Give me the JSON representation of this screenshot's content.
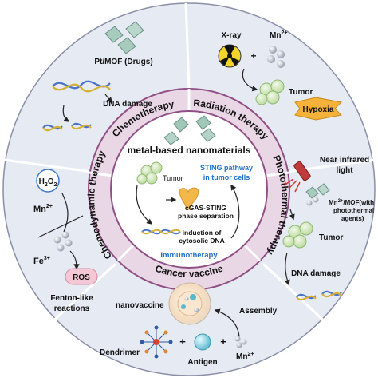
{
  "center": {
    "title": "metal-based nanomaterials",
    "tumor": "Tumor",
    "sting_line1": "STING pathway",
    "sting_line2": "in tumor cells",
    "cgas_line1": "cGAS-STING",
    "cgas_line2": "phase separation",
    "induction_line1": "induction of",
    "induction_line2": "cytosolic DNA",
    "immunotherapy": "Immunotherapy"
  },
  "ring": {
    "chemotherapy": "Chemotherapy",
    "radiation": "Radiation therapy",
    "photothermal": "Photothermal therapy",
    "cancer_vaccine": "Cancer vaccine",
    "chemodynamic": "Chemodynamic therapy"
  },
  "chemo": {
    "drug": "Pt/MOF (Drugs)",
    "dna_damage": "DNA damage"
  },
  "radiation": {
    "xray": "X-ray",
    "plus": "+",
    "mn_base": "Mn",
    "mn_sup": "2+",
    "tumor": "Tumor",
    "hypoxia": "Hypoxia"
  },
  "photothermal": {
    "nir_line1": "Near infrared",
    "nir_line2": "light",
    "mof_line1_base": "Mn",
    "mof_line1_sup": "2+",
    "mof_line1_rest": "/MOF(with",
    "mof_line2": "photothermal",
    "mof_line3": "agents)",
    "tumor": "Tumor",
    "dna_damage": "DNA damage"
  },
  "vaccine": {
    "nanovaccine": "nanovaccine",
    "assembly": "Assembly",
    "dendrimer": "Dendrimer",
    "plus": "+",
    "antigen": "Antigen",
    "mn_base": "Mn",
    "mn_sup": "2+"
  },
  "cdt": {
    "h2o2_h": "H",
    "h2o2_2a": "2",
    "h2o2_o": "O",
    "h2o2_2b": "2",
    "mn_base": "Mn",
    "mn_sup": "2+",
    "fe_base": "Fe",
    "fe_sup": "3+",
    "ros": "ROS",
    "fenton_line1": "Fenton-like",
    "fenton_line2": "reactions"
  },
  "colors": {
    "outer_fill": "#e6eaf3",
    "ring_fill": "#ead7e6",
    "ring_border": "#8f4f84",
    "center_fill": "#ffffff",
    "sting_blue": "#1f6fd0",
    "hypoxia": "#f4b23a",
    "ros": "#f3c7d3",
    "tumor_green": "#cfe6b6",
    "dna_blue": "#4a73c9",
    "dna_gold": "#d6b035",
    "mn_blue": "#2a2a2a"
  }
}
